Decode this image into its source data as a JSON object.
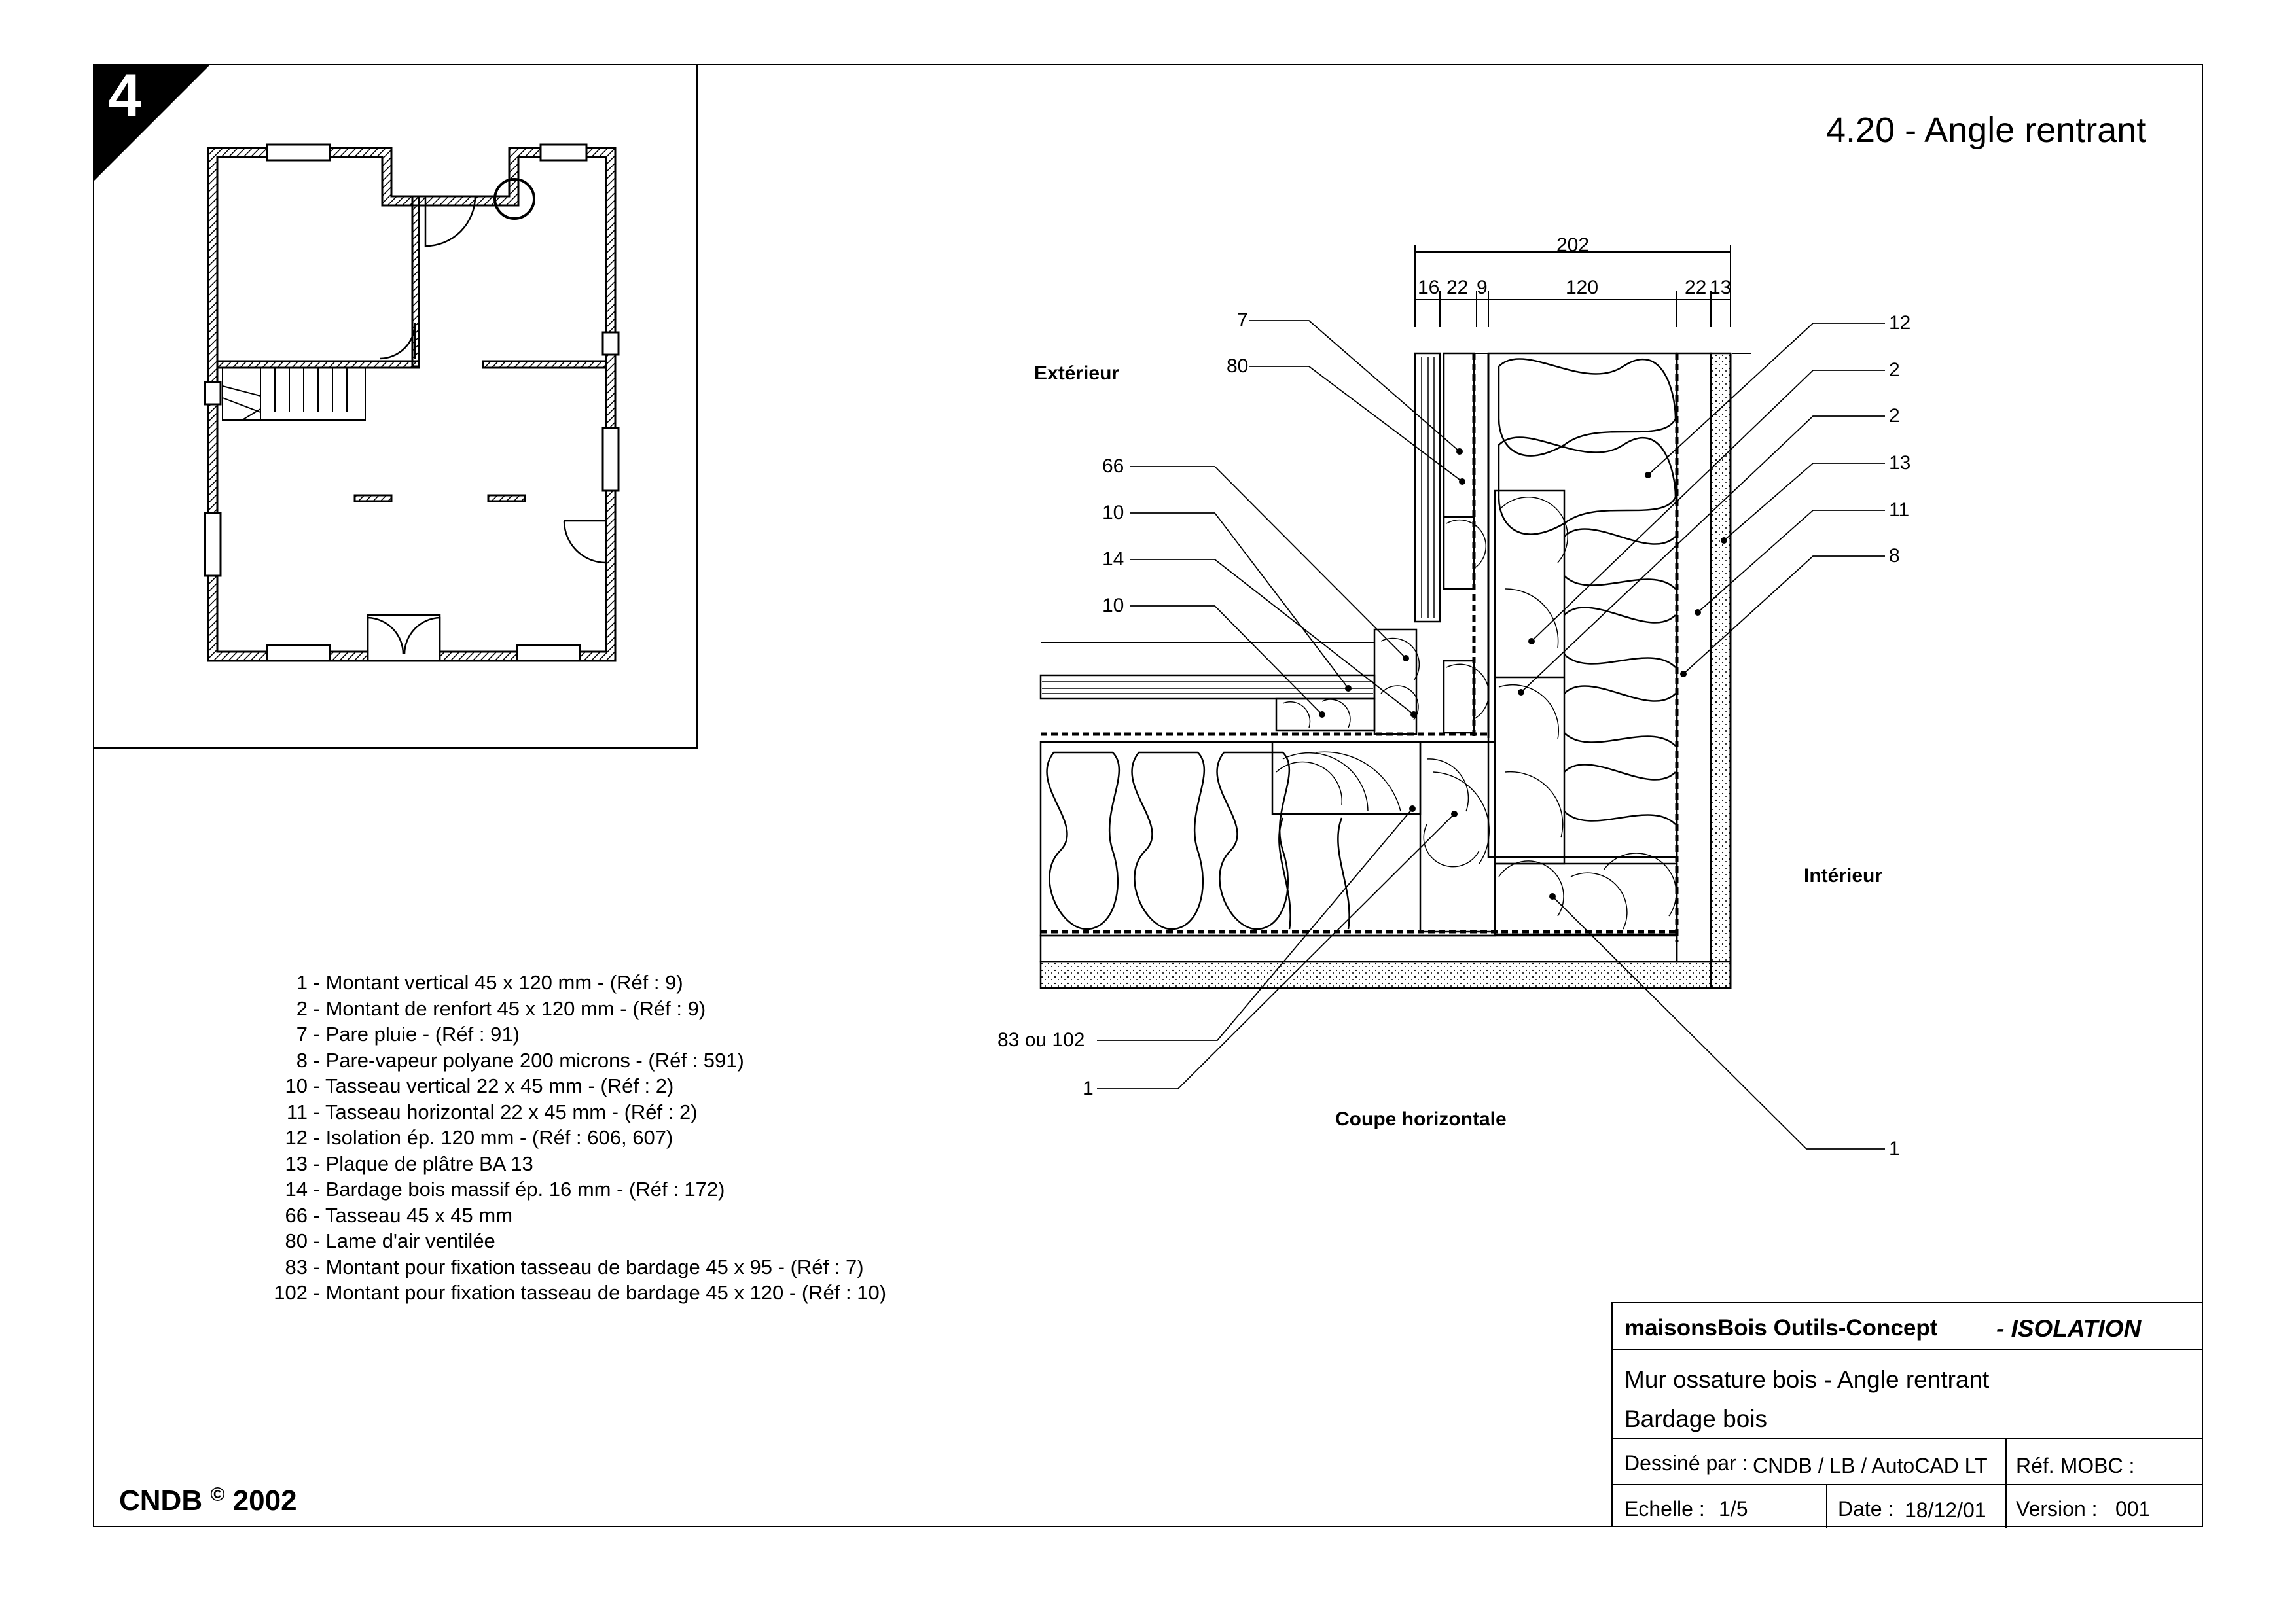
{
  "sheet": {
    "number": "4",
    "title": "4.20 - Angle rentrant",
    "copyright_prefix": "CNDB",
    "copyright_symbol": "©",
    "copyright_year": "2002"
  },
  "section": {
    "exterior_label": "Extérieur",
    "interior_label": "Intérieur",
    "caption": "Coupe horizontale",
    "dim_total": "202",
    "dims": [
      "16",
      "22",
      "9",
      "120",
      "22",
      "13"
    ],
    "callouts_left": [
      "7",
      "80",
      "66",
      "10",
      "14",
      "10",
      "83 ou 102",
      "1"
    ],
    "callouts_right": [
      "12",
      "2",
      "2",
      "13",
      "11",
      "8",
      "1"
    ]
  },
  "legend": [
    {
      "num": "1",
      "text": "Montant vertical 45 x 120 mm - (Réf : 9)"
    },
    {
      "num": "2",
      "text": "Montant de renfort 45 x 120 mm - (Réf : 9)"
    },
    {
      "num": "7",
      "text": "Pare pluie - (Réf : 91)"
    },
    {
      "num": "8",
      "text": "Pare-vapeur polyane 200 microns - (Réf : 591)"
    },
    {
      "num": "10",
      "text": "Tasseau vertical 22 x 45 mm - (Réf : 2)"
    },
    {
      "num": "11",
      "text": "Tasseau horizontal 22 x 45 mm - (Réf : 2)"
    },
    {
      "num": "12",
      "text": "Isolation ép. 120 mm - (Réf : 606, 607)"
    },
    {
      "num": "13",
      "text": "Plaque de plâtre BA 13"
    },
    {
      "num": "14",
      "text": "Bardage bois massif ép. 16 mm - (Réf : 172)"
    },
    {
      "num": "66",
      "text": "Tasseau 45 x 45 mm"
    },
    {
      "num": "80",
      "text": "Lame d'air ventilée"
    },
    {
      "num": "83",
      "text": "Montant pour fixation tasseau de bardage 45 x 95 - (Réf : 7)"
    },
    {
      "num": "102",
      "text": "Montant pour fixation tasseau de bardage 45 x 120 - (Réf : 10)"
    }
  ],
  "titleblock": {
    "brand": "maisonsBois Outils-Concept",
    "category": "- ISOLATION",
    "line1": "Mur ossature bois - Angle rentrant",
    "line2": "Bardage bois",
    "drawn_by_label": "Dessiné par :",
    "drawn_by_value": "CNDB / LB / AutoCAD LT",
    "ref_label": "Réf. MOBC :",
    "scale_label": "Echelle :",
    "scale_value": "1/5",
    "date_label": "Date :",
    "date_value": "18/12/01",
    "version_label": "Version :",
    "version_value": "001"
  }
}
